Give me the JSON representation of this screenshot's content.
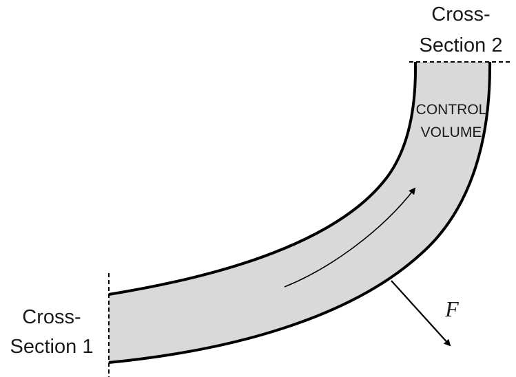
{
  "labels": {
    "section1_line1": "Cross-",
    "section1_line2": "Section 1",
    "section2_line1": "Cross-",
    "section2_line2": "Section 2",
    "control_volume_line1": "CONTROL",
    "control_volume_line2": "VOLUME",
    "force": "F"
  },
  "colors": {
    "pipe_fill": "#d9d9d9",
    "stroke": "#000000"
  }
}
